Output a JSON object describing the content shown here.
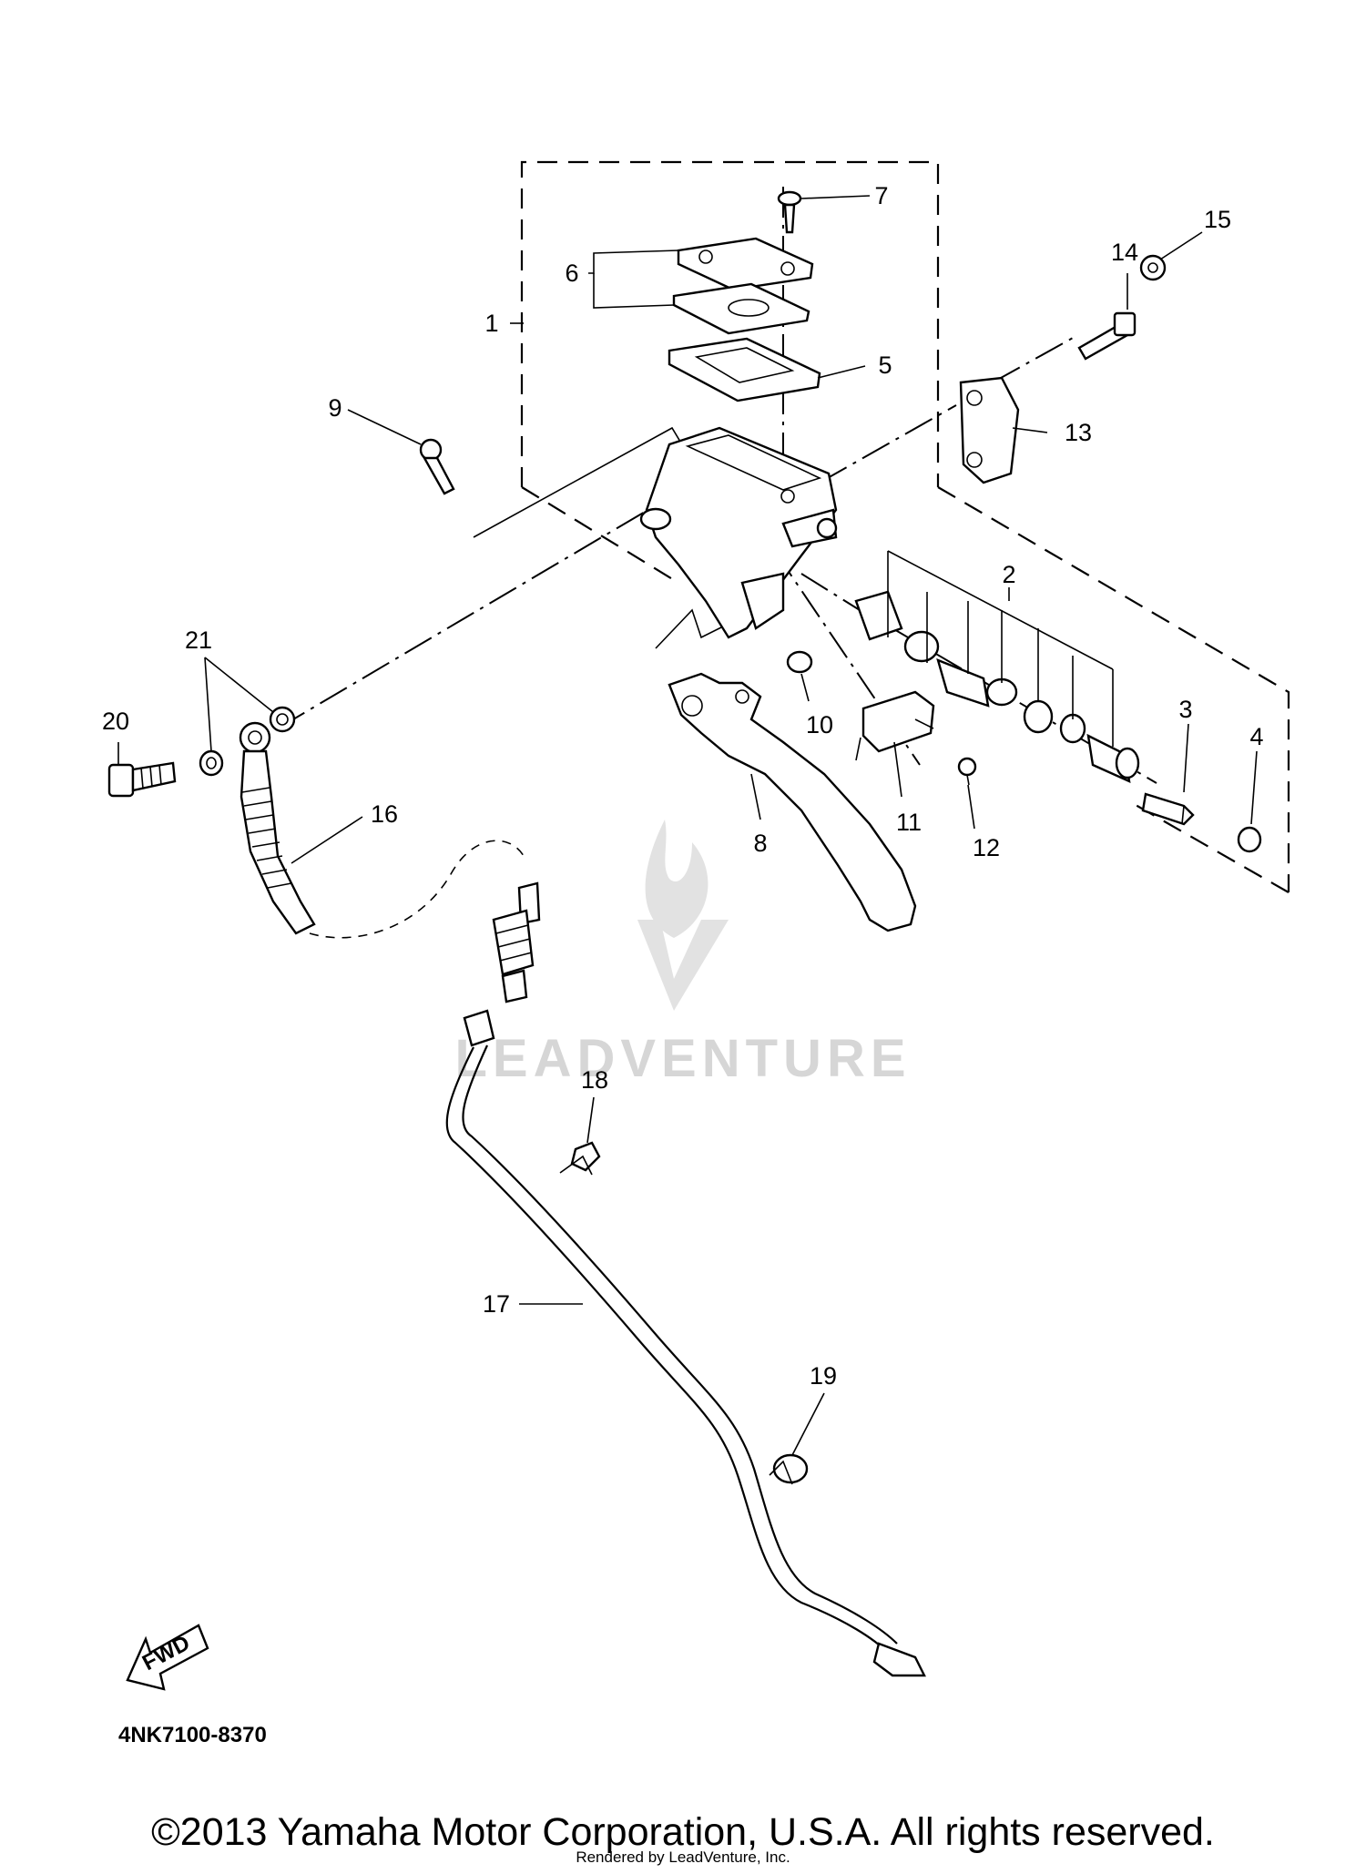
{
  "diagram": {
    "part_labels": [
      "1",
      "2",
      "3",
      "4",
      "5",
      "6",
      "7",
      "8",
      "9",
      "10",
      "11",
      "12",
      "13",
      "14",
      "15",
      "16",
      "17",
      "18",
      "19",
      "20",
      "21"
    ],
    "fwd_label": "FWD",
    "diagram_code": "4NK7100-8370"
  },
  "watermark": {
    "text": "LEADVENTURE"
  },
  "footer": {
    "copyright": "©2013 Yamaha Motor Corporation, U.S.A. All rights reserved.",
    "rendered_by": "Rendered by LeadVenture, Inc."
  }
}
